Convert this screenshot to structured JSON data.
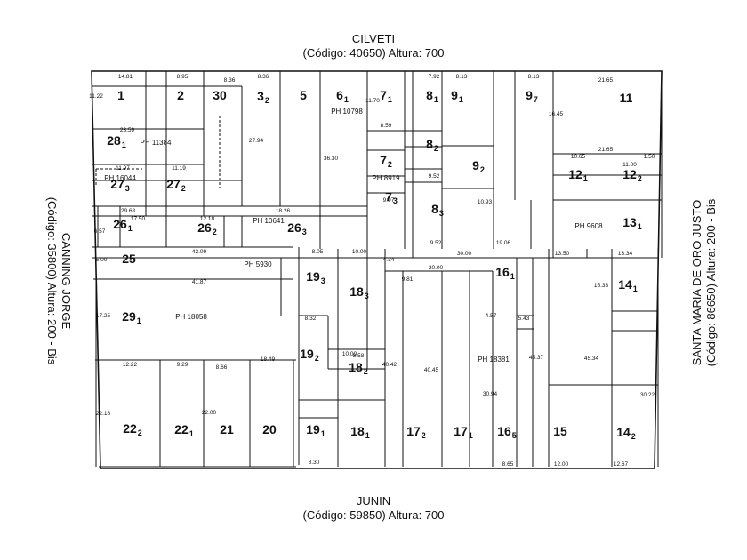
{
  "streets": {
    "top": {
      "name": "CILVETI",
      "info": "(Código: 40650) Altura: 700"
    },
    "bottom": {
      "name": "JUNIN",
      "info": "(Código: 59850) Altura: 700"
    },
    "left": {
      "name": "CANNING JORGE",
      "info": "(Código: 35800) Altura: 200 - Bis"
    },
    "right": {
      "name": "SANTA MARIA DE ORO JUSTO",
      "info": "(Código: 86650) Altura: 200 - Bis"
    }
  },
  "parcels": [
    {
      "id": "p1",
      "label": "1",
      "sub": ""
    },
    {
      "id": "p2",
      "label": "2",
      "sub": ""
    },
    {
      "id": "p30",
      "label": "30",
      "sub": ""
    },
    {
      "id": "p3",
      "label": "3",
      "sub": "2"
    },
    {
      "id": "p5",
      "label": "5",
      "sub": ""
    },
    {
      "id": "p6",
      "label": "6",
      "sub": "1"
    },
    {
      "id": "p71",
      "label": "7",
      "sub": "1"
    },
    {
      "id": "p81",
      "label": "8",
      "sub": "1"
    },
    {
      "id": "p91",
      "label": "9",
      "sub": "1"
    },
    {
      "id": "p97",
      "label": "9",
      "sub": "7"
    },
    {
      "id": "p11",
      "label": "11",
      "sub": ""
    },
    {
      "id": "p28",
      "label": "28",
      "sub": "1"
    },
    {
      "id": "p82",
      "label": "8",
      "sub": "2"
    },
    {
      "id": "p72",
      "label": "7",
      "sub": "2"
    },
    {
      "id": "p92",
      "label": "9",
      "sub": "2"
    },
    {
      "id": "p121",
      "label": "12",
      "sub": "1"
    },
    {
      "id": "p122",
      "label": "12",
      "sub": "2"
    },
    {
      "id": "p273",
      "label": "27",
      "sub": "3"
    },
    {
      "id": "p272",
      "label": "27",
      "sub": "2"
    },
    {
      "id": "p73",
      "label": "7",
      "sub": "3"
    },
    {
      "id": "p83",
      "label": "8",
      "sub": "3"
    },
    {
      "id": "p261",
      "label": "26",
      "sub": "1"
    },
    {
      "id": "p262",
      "label": "26",
      "sub": "2"
    },
    {
      "id": "p263",
      "label": "26",
      "sub": "3"
    },
    {
      "id": "p131",
      "label": "13",
      "sub": "1"
    },
    {
      "id": "p25",
      "label": "25",
      "sub": ""
    },
    {
      "id": "p193",
      "label": "19",
      "sub": "3"
    },
    {
      "id": "p183",
      "label": "18",
      "sub": "3"
    },
    {
      "id": "p161",
      "label": "16",
      "sub": "1"
    },
    {
      "id": "p141",
      "label": "14",
      "sub": "1"
    },
    {
      "id": "p291",
      "label": "29",
      "sub": "1"
    },
    {
      "id": "p192",
      "label": "19",
      "sub": "2"
    },
    {
      "id": "p182",
      "label": "18",
      "sub": "2"
    },
    {
      "id": "p222",
      "label": "22",
      "sub": "2"
    },
    {
      "id": "p221",
      "label": "22",
      "sub": "1"
    },
    {
      "id": "p21",
      "label": "21",
      "sub": ""
    },
    {
      "id": "p20",
      "label": "20",
      "sub": ""
    },
    {
      "id": "p191",
      "label": "19",
      "sub": "1"
    },
    {
      "id": "p181",
      "label": "18",
      "sub": "1"
    },
    {
      "id": "p172",
      "label": "17",
      "sub": "2"
    },
    {
      "id": "p171",
      "label": "17",
      "sub": "1"
    },
    {
      "id": "p165",
      "label": "16",
      "sub": "5"
    },
    {
      "id": "p15",
      "label": "15",
      "sub": ""
    },
    {
      "id": "p142",
      "label": "14",
      "sub": "2"
    }
  ],
  "ph_labels": [
    "PH 10798",
    "PH 11384",
    "PH 16044",
    "PH 8919",
    "PH 10641",
    "PH 9608",
    "PH 5930",
    "PH 18058",
    "PH 18381"
  ],
  "measures": [
    "14.81",
    "8.95",
    "8.36",
    "8.36",
    "7.92",
    "8.13",
    "8.13",
    "21.65",
    "11.22",
    "23.59",
    "16.45",
    "8.59",
    "27.94",
    "36.30",
    "11.70",
    "21.65",
    "11.97",
    "11.19",
    "9.52",
    "10.65",
    "11.00",
    "1.50",
    "29.68",
    "18.26",
    "9.97",
    "10.93",
    "19.06",
    "6.57",
    "17.50",
    "12.18",
    "9.52",
    "42.09",
    "8.05",
    "10.00",
    "30.00",
    "13.50",
    "13.34",
    "41.87",
    "9.81",
    "20.00",
    "15.33",
    "17.25",
    "8.32",
    "12.22",
    "9.29",
    "8.66",
    "18.49",
    "10.00",
    "8.58",
    "45.37",
    "45.34",
    "30.22",
    "22.18",
    "22.00",
    "40.42",
    "40.45",
    "30.94",
    "12.67",
    "12.00",
    "8.30",
    "8.65",
    "4.34",
    "6.00",
    "4.57",
    "5.43"
  ]
}
